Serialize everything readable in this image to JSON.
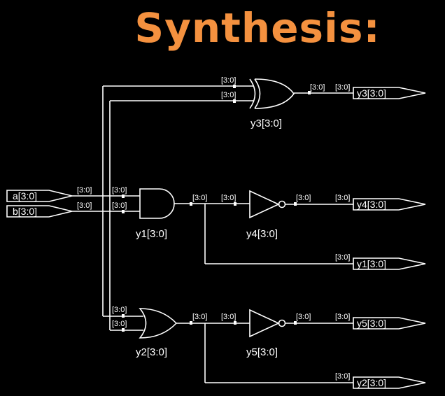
{
  "title": "Synthesis:",
  "inputs": {
    "a": "a[3:0]",
    "b": "b[3:0]"
  },
  "outputs": {
    "y1": "y1[3:0]",
    "y2": "y2[3:0]",
    "y3": "y3[3:0]",
    "y4": "y4[3:0]",
    "y5": "y5[3:0]"
  },
  "gates": {
    "and": "y1[3:0]",
    "or": "y2[3:0]",
    "xor": "y3[3:0]",
    "inv_top": "y4[3:0]",
    "inv_bottom": "y5[3:0]"
  },
  "bus_label": "[3:0]",
  "colors": {
    "title": "#f4913f",
    "wire": "#ffffff",
    "background": "#000000"
  }
}
